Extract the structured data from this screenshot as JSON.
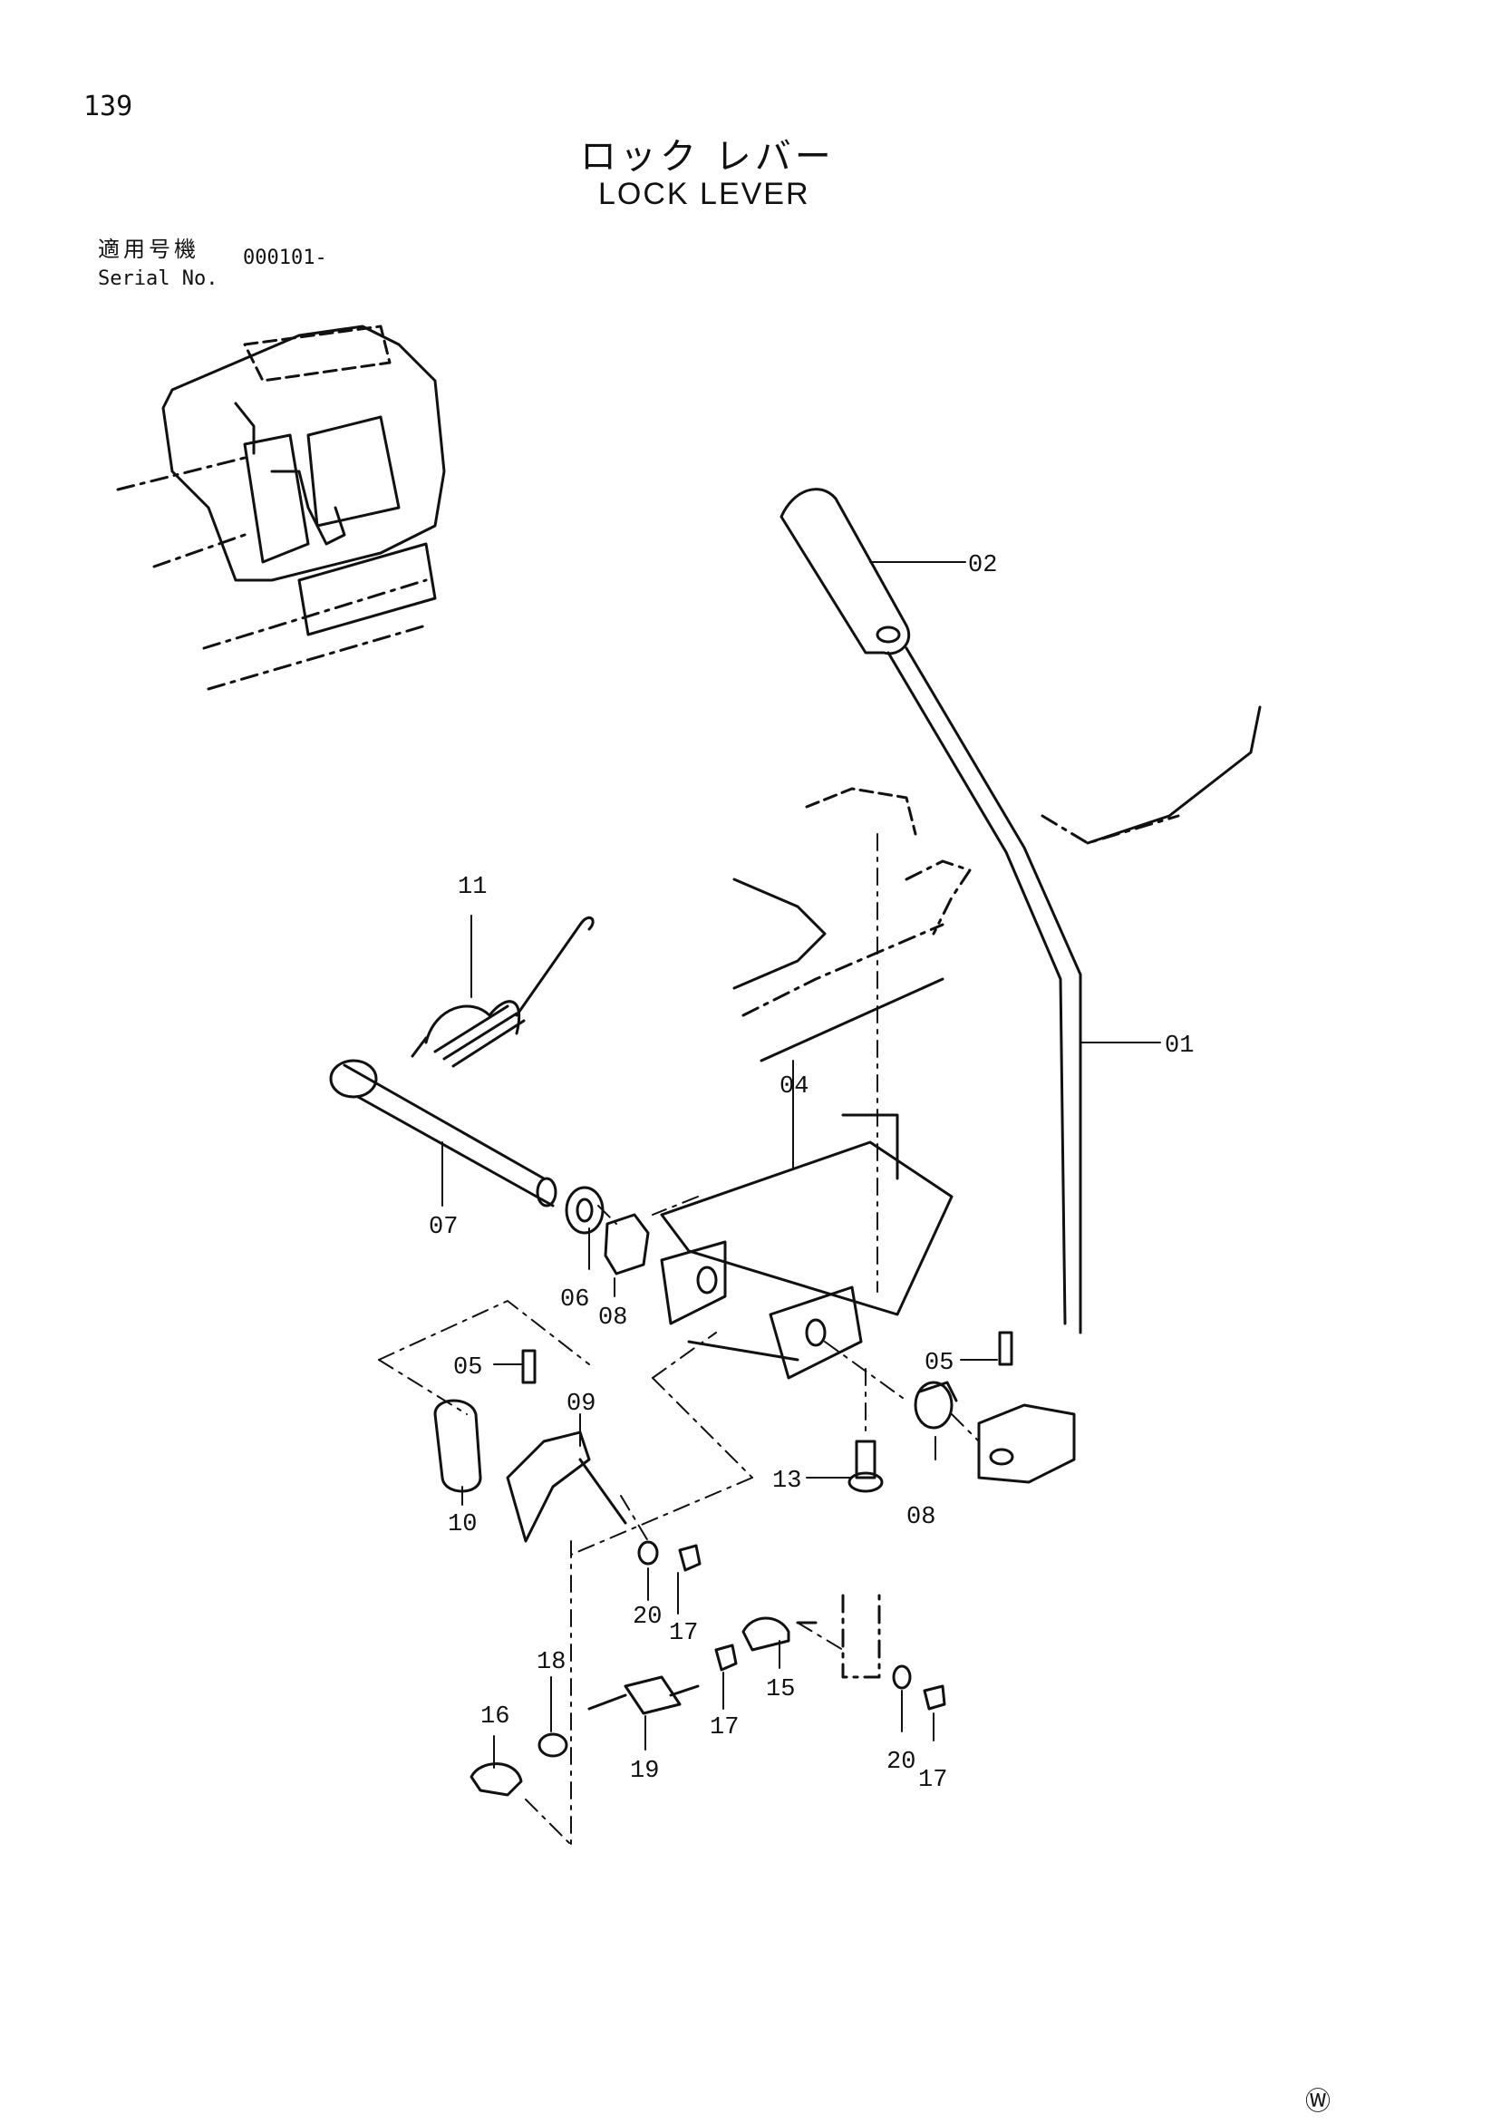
{
  "page": {
    "number": "139",
    "title_jp": "ロック レバー",
    "title_en": "LOCK LEVER",
    "serial_label_jp": "適用号機",
    "serial_label_en": "Serial No.",
    "serial_value": "000101-",
    "publisher_mark": "Ⓦ"
  },
  "parts": [
    {
      "id": "01",
      "label": "01"
    },
    {
      "id": "02",
      "label": "02"
    },
    {
      "id": "04",
      "label": "04"
    },
    {
      "id": "05a",
      "label": "05"
    },
    {
      "id": "05b",
      "label": "05"
    },
    {
      "id": "06",
      "label": "06"
    },
    {
      "id": "07",
      "label": "07"
    },
    {
      "id": "08a",
      "label": "08"
    },
    {
      "id": "08b",
      "label": "08"
    },
    {
      "id": "09",
      "label": "09"
    },
    {
      "id": "10",
      "label": "10"
    },
    {
      "id": "11",
      "label": "11"
    },
    {
      "id": "13",
      "label": "13"
    },
    {
      "id": "15",
      "label": "15"
    },
    {
      "id": "16",
      "label": "16"
    },
    {
      "id": "17a",
      "label": "17"
    },
    {
      "id": "17b",
      "label": "17"
    },
    {
      "id": "17c",
      "label": "17"
    },
    {
      "id": "18",
      "label": "18"
    },
    {
      "id": "19",
      "label": "19"
    },
    {
      "id": "20a",
      "label": "20"
    },
    {
      "id": "20b",
      "label": "20"
    }
  ],
  "colors": {
    "ink": "#111111",
    "background": "#ffffff"
  }
}
